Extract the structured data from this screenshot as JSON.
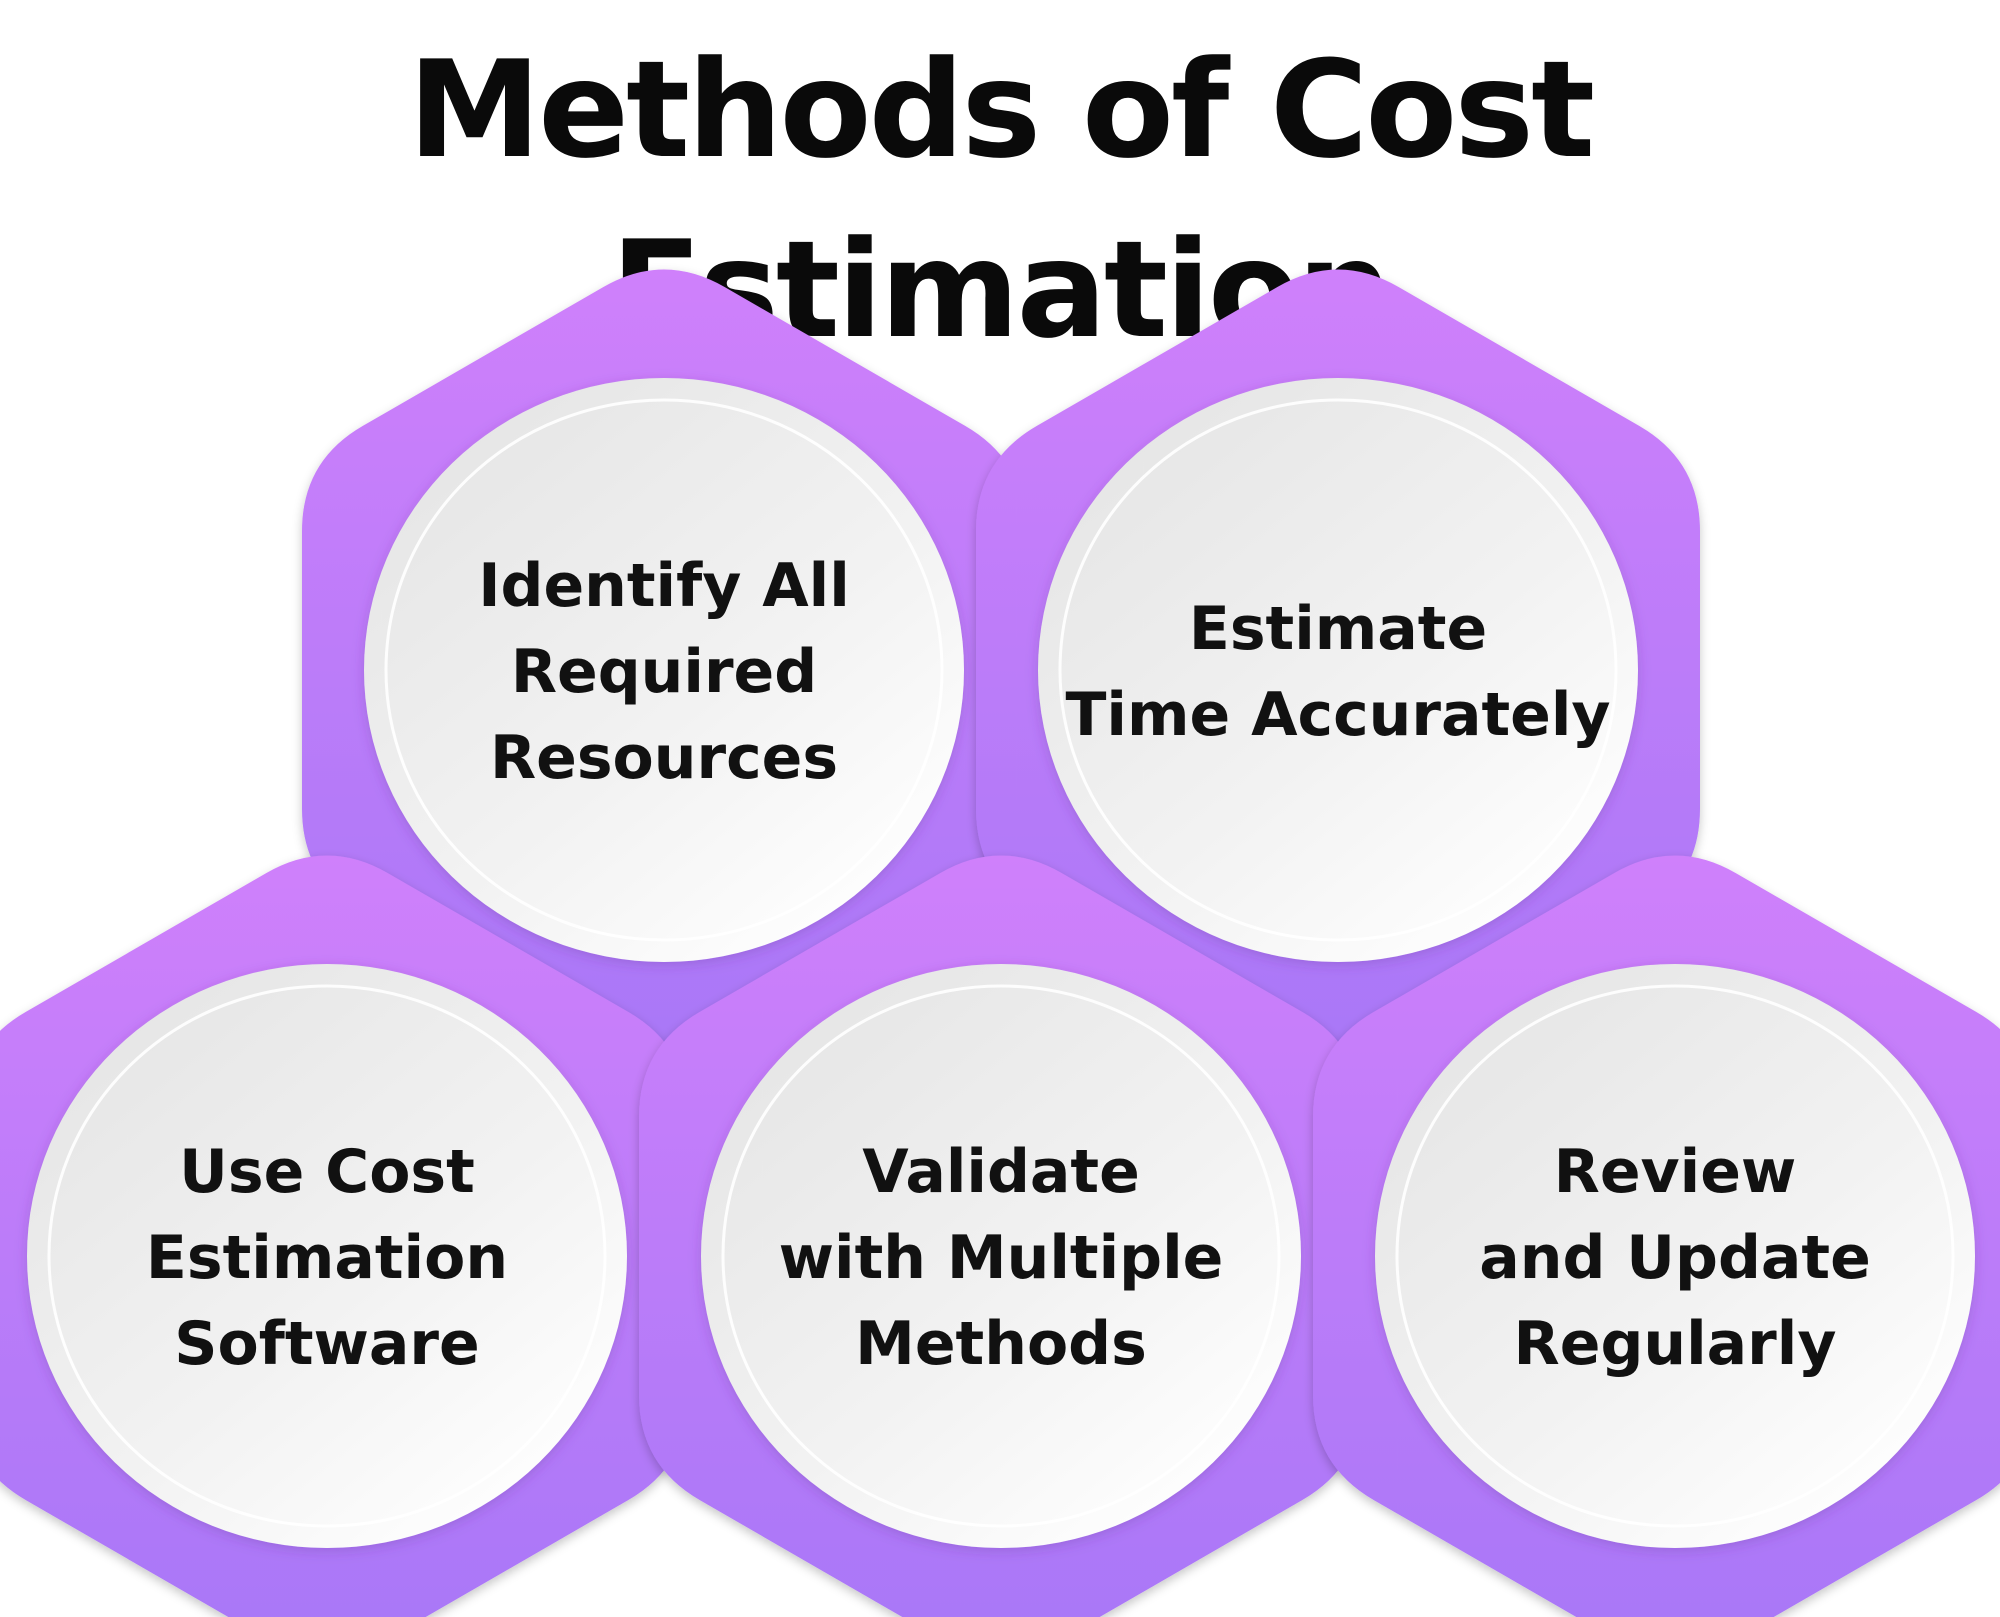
{
  "title": "Methods of Cost Estimation",
  "colors": {
    "hex_top": "#cf80fb",
    "hex_bottom": "#a877f7",
    "circle_light": "#ffffff",
    "circle_dark": "#e6e6e6",
    "text": "#111111"
  },
  "nodes": [
    {
      "id": "identify-resources",
      "lines": [
        "Identify All",
        "Required",
        "Resources"
      ]
    },
    {
      "id": "estimate-time",
      "lines": [
        "Estimate",
        "Time Accurately"
      ]
    },
    {
      "id": "use-software",
      "lines": [
        "Use Cost",
        "Estimation",
        "Software"
      ]
    },
    {
      "id": "validate-methods",
      "lines": [
        "Validate",
        "with Multiple",
        "Methods"
      ]
    },
    {
      "id": "review-update",
      "lines": [
        "Review",
        "and Update",
        "Regularly"
      ]
    }
  ]
}
